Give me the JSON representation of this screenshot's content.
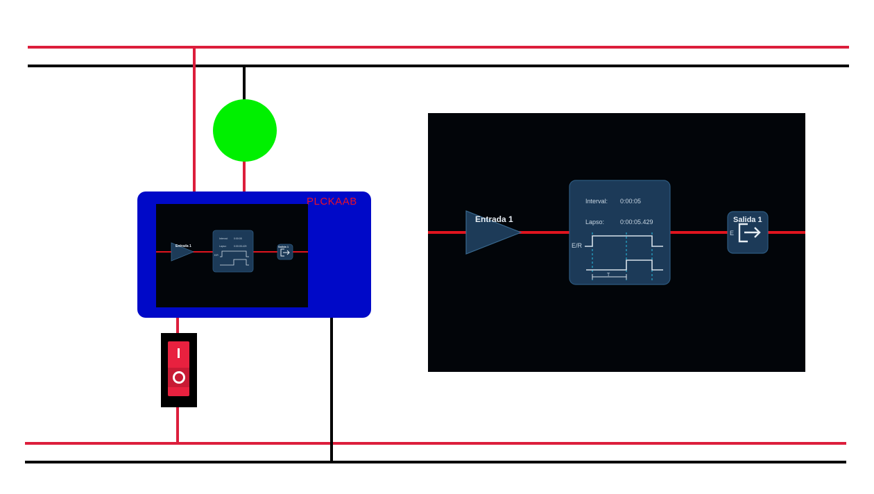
{
  "plc": {
    "label": "PLCKAAB",
    "body_color": "#0009c8",
    "label_color": "#e8102c"
  },
  "lamp": {
    "state": "on",
    "color": "#00f000"
  },
  "switch": {
    "on_symbol": "I",
    "off_symbol": "O",
    "color": "#e8213f"
  },
  "wires": {
    "phase_color": "#dc1e3c",
    "neutral_color": "#000000"
  },
  "hmi": {
    "input_label": "Entrada 1",
    "output_label": "Salida 1",
    "output_tag": "E",
    "signal_tag": "E/R",
    "interval_label": "Interval:",
    "interval_value": "0:00:05",
    "elapsed_label": "Lapso:",
    "elapsed_value": "0:00:05.429",
    "period_label": "T",
    "line_color": "#e0141e",
    "panel_color": "#1c3a58"
  },
  "mini_hmi": {
    "input_label": "Entrada 1",
    "output_label": "Salida 1",
    "signal_tag": "E/R",
    "interval_label": "Interval:",
    "interval_value": "0:00:05",
    "elapsed_label": "Lapso:",
    "elapsed_value": "0:00:05.429"
  }
}
